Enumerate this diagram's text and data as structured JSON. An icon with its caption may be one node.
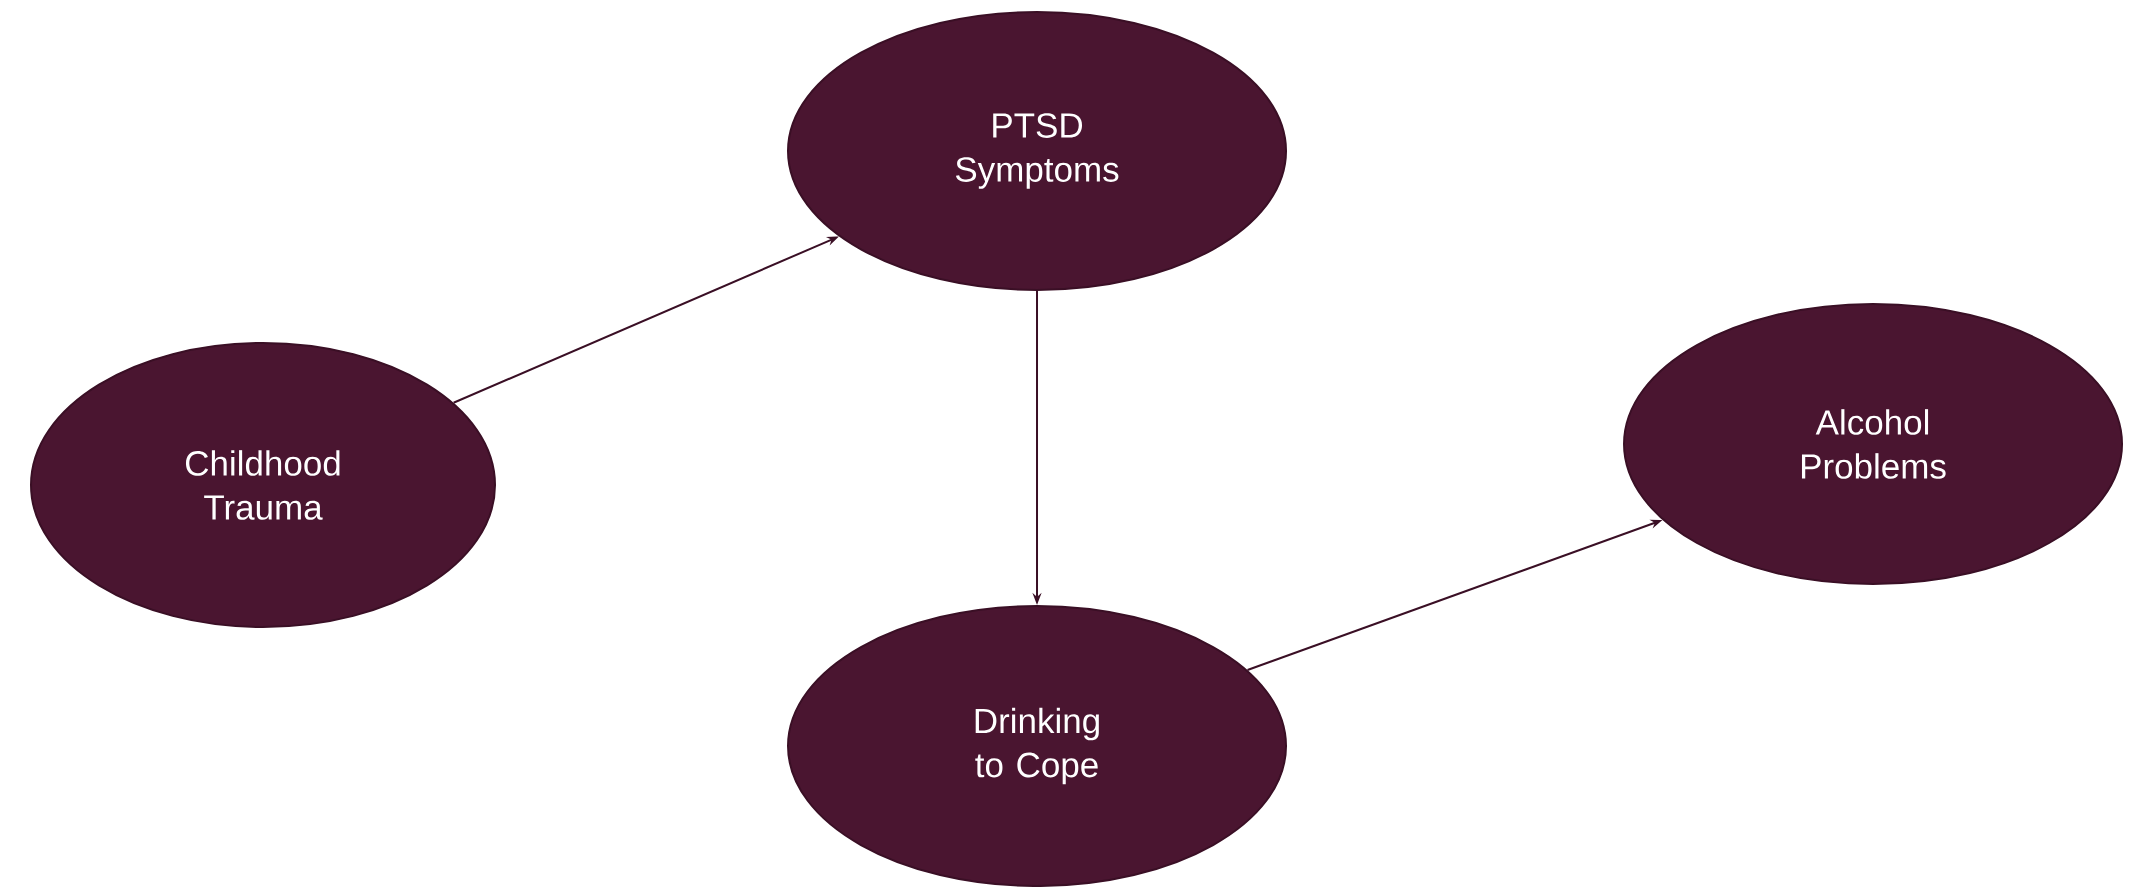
{
  "diagram": {
    "nodes": [
      {
        "text": [
          "PTSD Symptoms"
        ]
      },
      {
        "text": [
          "Childhood Trauma"
        ]
      },
      {
        "text": [
          "Alcohol Problems"
        ]
      },
      {
        "text": [
          "Drinking to Cope"
        ]
      }
    ],
    "edges": [
      {
        "from": 1,
        "to": 0,
        "arrow": "to"
      },
      {
        "from": 0,
        "to": 3,
        "arrow": "to"
      },
      {
        "from": 3,
        "to": 2,
        "arrow": "to"
      }
    ]
  }
}
